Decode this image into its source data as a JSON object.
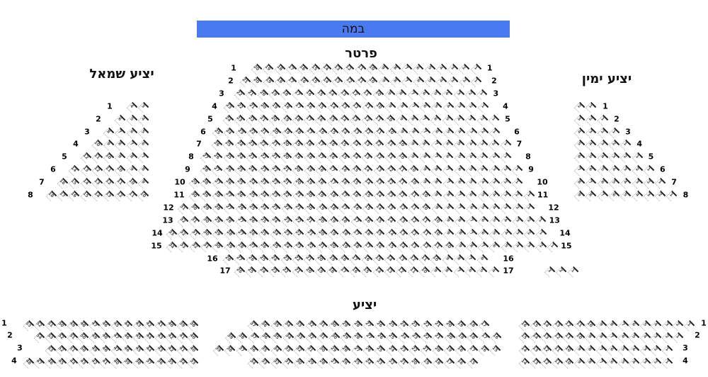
{
  "stage_label": "במה",
  "sections": {
    "parterre": {
      "title": "פרטר",
      "rows": [
        {
          "row": "1",
          "from": 20,
          "to": 1
        },
        {
          "row": "2",
          "from": 21,
          "to": 1
        },
        {
          "row": "3",
          "from": 22,
          "to": 1
        },
        {
          "row": "4",
          "from": 23,
          "to": 1
        },
        {
          "row": "5",
          "from": 24,
          "to": 1
        },
        {
          "row": "6",
          "from": 25,
          "to": 1
        },
        {
          "row": "7",
          "from": 26,
          "to": 1
        },
        {
          "row": "8",
          "from": 27,
          "to": 1
        },
        {
          "row": "9",
          "from": 28,
          "to": 1
        },
        {
          "row": "10",
          "from": 29,
          "to": 1
        },
        {
          "row": "11",
          "from": 30,
          "to": 1
        },
        {
          "row": "12",
          "from": 31,
          "to": 1
        },
        {
          "row": "13",
          "from": 32,
          "to": 1
        },
        {
          "row": "14",
          "from": 33,
          "to": 1
        },
        {
          "row": "15",
          "from": 34,
          "to": 1
        },
        {
          "row": "16",
          "from": 28,
          "to": 6
        },
        {
          "row": "17",
          "from": 26,
          "to": 4,
          "extra_from": 3,
          "extra_to": 1
        }
      ]
    },
    "left_balcony": {
      "title": "יציע שמאל",
      "rows": [
        {
          "row": "1",
          "from": 4,
          "to": 3
        },
        {
          "row": "2",
          "from": 6,
          "to": 4
        },
        {
          "row": "3",
          "from": 8,
          "to": 5
        },
        {
          "row": "4",
          "from": 10,
          "to": 6
        },
        {
          "row": "5",
          "from": 12,
          "to": 7
        },
        {
          "row": "6",
          "from": 14,
          "to": 8
        },
        {
          "row": "7",
          "from": 16,
          "to": 9
        },
        {
          "row": "8",
          "from": 18,
          "to": 10
        }
      ]
    },
    "right_balcony": {
      "title": "יציע ימין",
      "rows": [
        {
          "row": "1",
          "from": 2,
          "to": 1
        },
        {
          "row": "2",
          "from": 3,
          "to": 1
        },
        {
          "row": "3",
          "from": 4,
          "to": 1
        },
        {
          "row": "4",
          "from": 5,
          "to": 1
        },
        {
          "row": "5",
          "from": 6,
          "to": 1
        },
        {
          "row": "6",
          "from": 7,
          "to": 1
        },
        {
          "row": "7",
          "from": 8,
          "to": 1
        },
        {
          "row": "8",
          "from": 9,
          "to": 1
        }
      ]
    },
    "balcony": {
      "title": "יציע",
      "left_rows": [
        {
          "row": "1",
          "from": 53,
          "to": 38
        },
        {
          "row": "2",
          "from": 54,
          "to": 40
        },
        {
          "row": "3",
          "from": 53,
          "to": 40
        },
        {
          "row": "4",
          "from": 48,
          "to": 33
        }
      ],
      "middle_rows": [
        {
          "row": "1",
          "from": 37,
          "to": 17
        },
        {
          "row": "2",
          "from": 39,
          "to": 16
        },
        {
          "row": "3",
          "from": 39,
          "to": 15
        },
        {
          "row": "4",
          "from": 34,
          "to": 15
        }
      ],
      "right_rows": [
        {
          "row": "1",
          "from": 16,
          "to": 1
        },
        {
          "row": "2",
          "from": 15,
          "to": 1
        },
        {
          "row": "3",
          "from": 14,
          "to": 1
        },
        {
          "row": "4",
          "from": 14,
          "to": 1
        }
      ]
    }
  }
}
